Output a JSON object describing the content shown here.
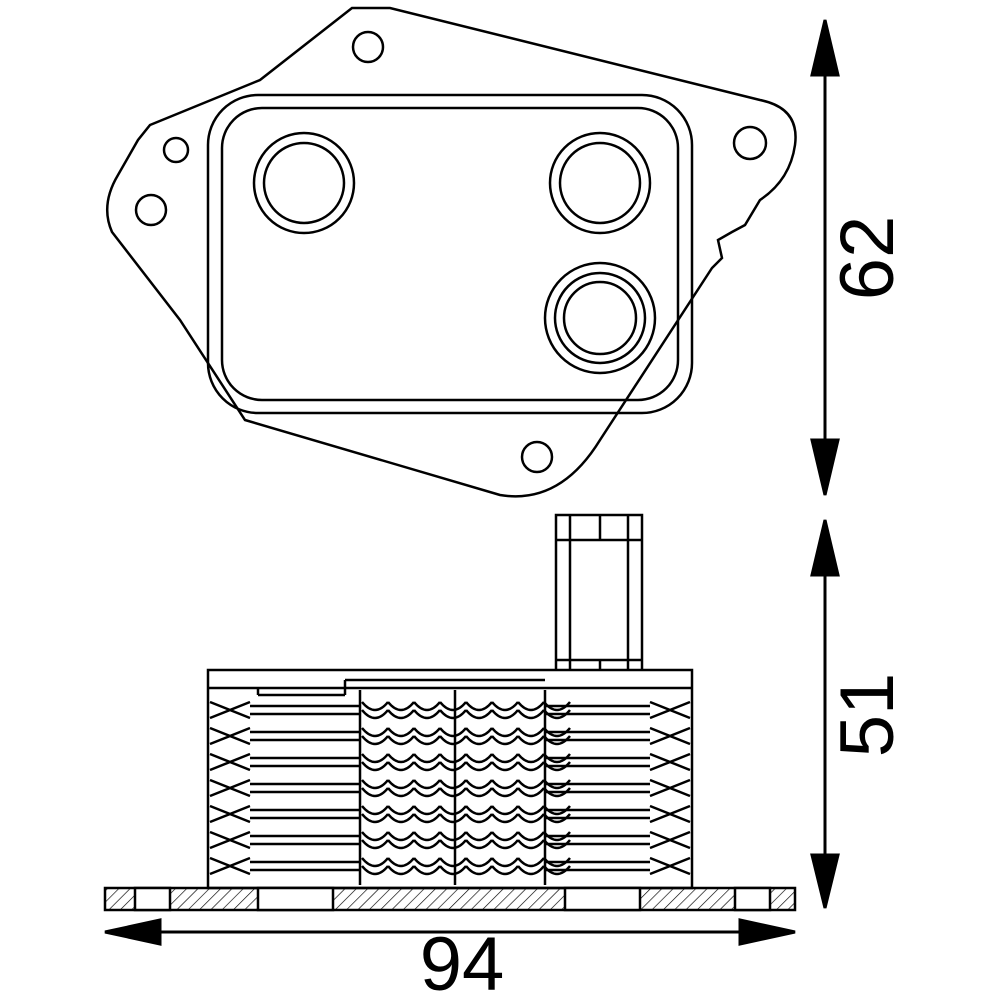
{
  "dimensions": {
    "height_top": "62",
    "height_side": "51",
    "width": "94"
  },
  "colors": {
    "line": "#000000",
    "background": "#ffffff"
  }
}
